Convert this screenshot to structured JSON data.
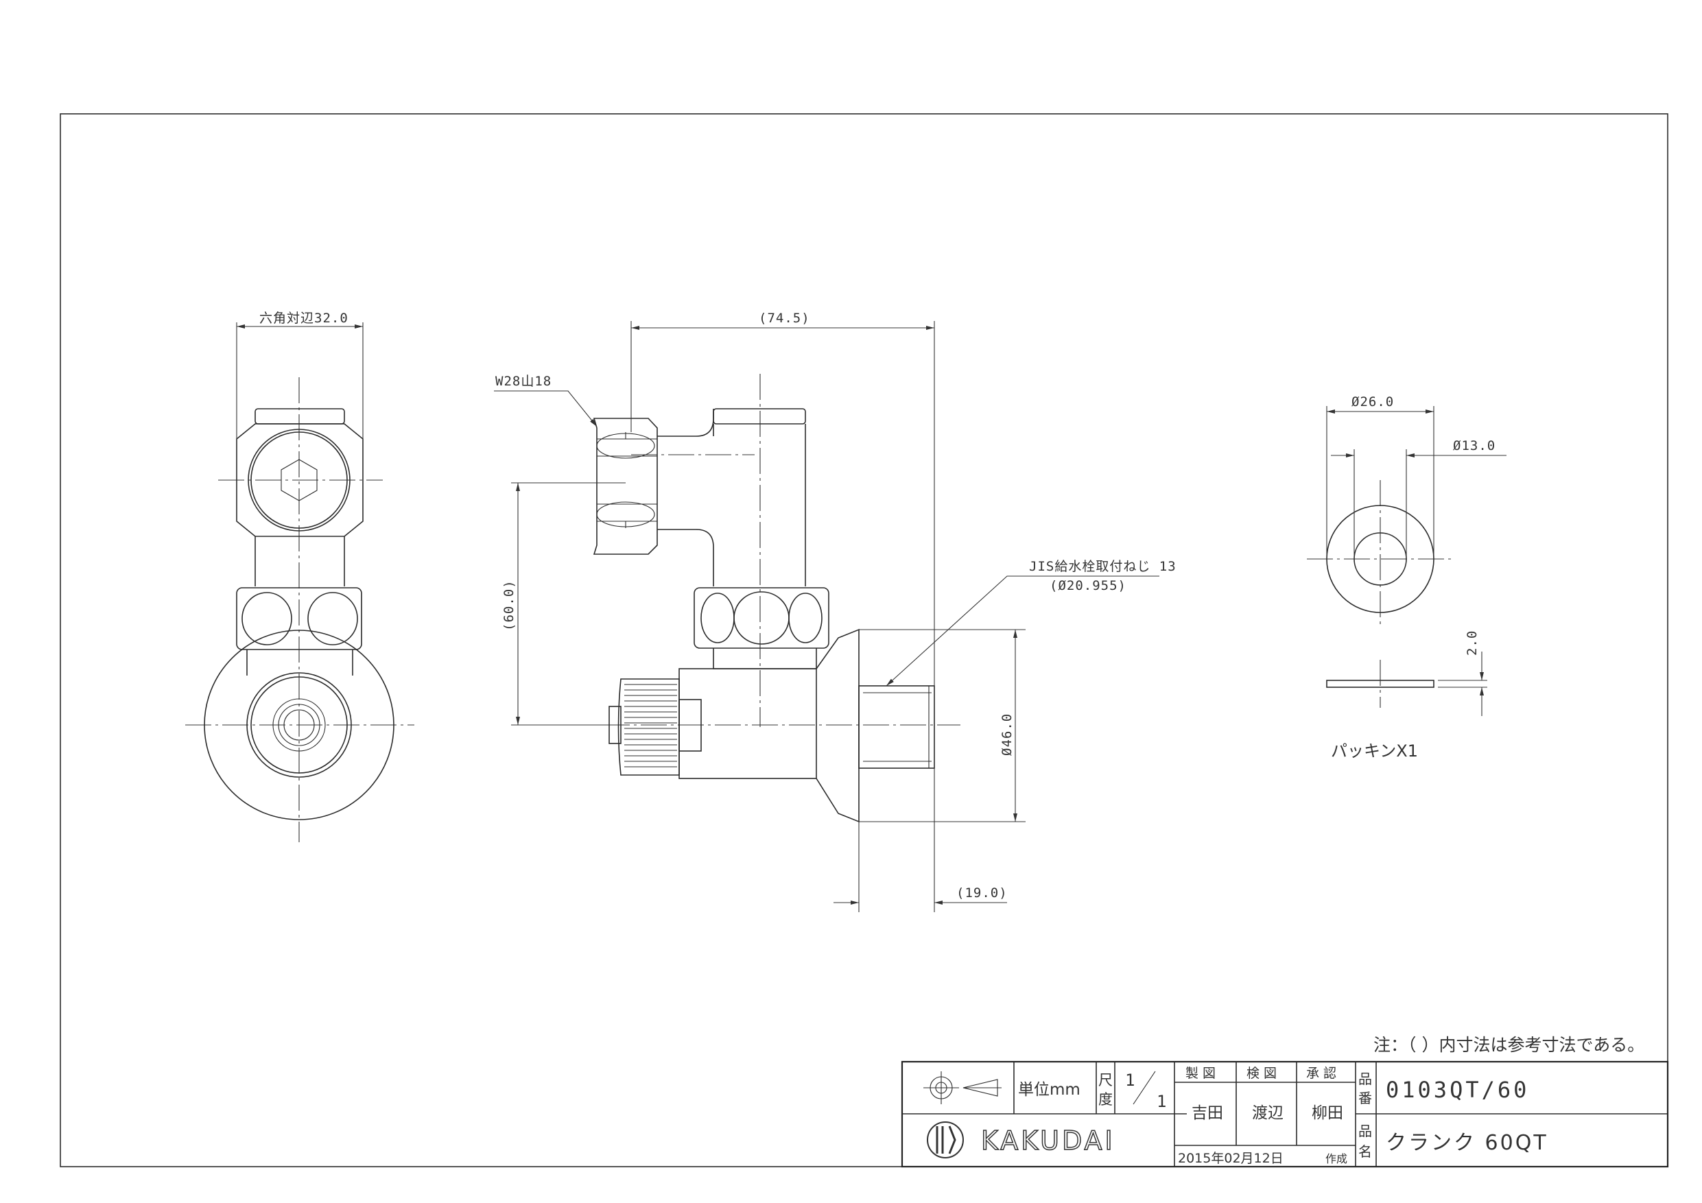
{
  "views": {
    "left": {
      "hex_dim": "六角対辺32.0"
    },
    "center": {
      "nut_spec": "W28山18",
      "overall_width": "(74.5)",
      "height_60": "(60.0)",
      "thread_note": "JIS給水栓取付ねじ 13",
      "thread_dia": "(Ø20.955)",
      "flange_dia": "Ø46.0",
      "depth": "(19.0)"
    },
    "packing": {
      "outer_dia": "Ø26.0",
      "inner_dia": "Ø13.0",
      "thickness": "2.0",
      "caption": "パッキンX1"
    }
  },
  "note": "注：（ ）内寸法は参考寸法である。",
  "title_block": {
    "unit_label": "単位mm",
    "scale_label_1": "尺",
    "scale_label_2": "度",
    "scale_num": "1",
    "scale_den": "1",
    "col_drawn": "製 図",
    "col_checked": "検 図",
    "col_approved": "承 認",
    "drawn_by": "吉田",
    "checked_by": "渡辺",
    "approved_by": "柳田",
    "part_no_label_1": "品",
    "part_no_label_2": "番",
    "part_no": "0103QT/60",
    "name_label_1": "品",
    "name_label_2": "名",
    "part_name": "クランク 60QT",
    "company": "KAKUDAI",
    "date": "2015年02月12日",
    "created": "作成"
  }
}
